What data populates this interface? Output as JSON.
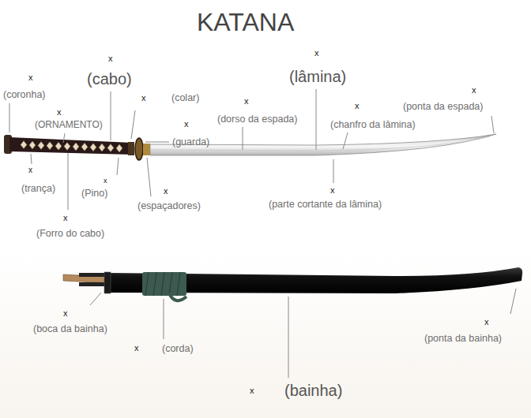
{
  "diagram": {
    "title": "KATANA",
    "labels": [
      "x",
      "(coronha)",
      "x",
      "(cabo)",
      "x",
      "(colar)",
      "x",
      "(ORNAMENTO)",
      "x",
      "(guarda)",
      "x",
      "(dorso da espada)",
      "x",
      "(lâmina)",
      "x",
      "(chanfro da lâmina)",
      "x",
      "(ponta da espada)",
      "x",
      "(trança)",
      "x",
      "(Pino)",
      "x",
      "(espaçadores)",
      "x",
      "(Forro do cabo)",
      "x",
      "(parte cortante da lâmina)",
      "x",
      "(boca da bainha)",
      "x",
      "(corda)",
      "x",
      "(ponta da bainha)",
      "x",
      "(bainha)"
    ]
  }
}
